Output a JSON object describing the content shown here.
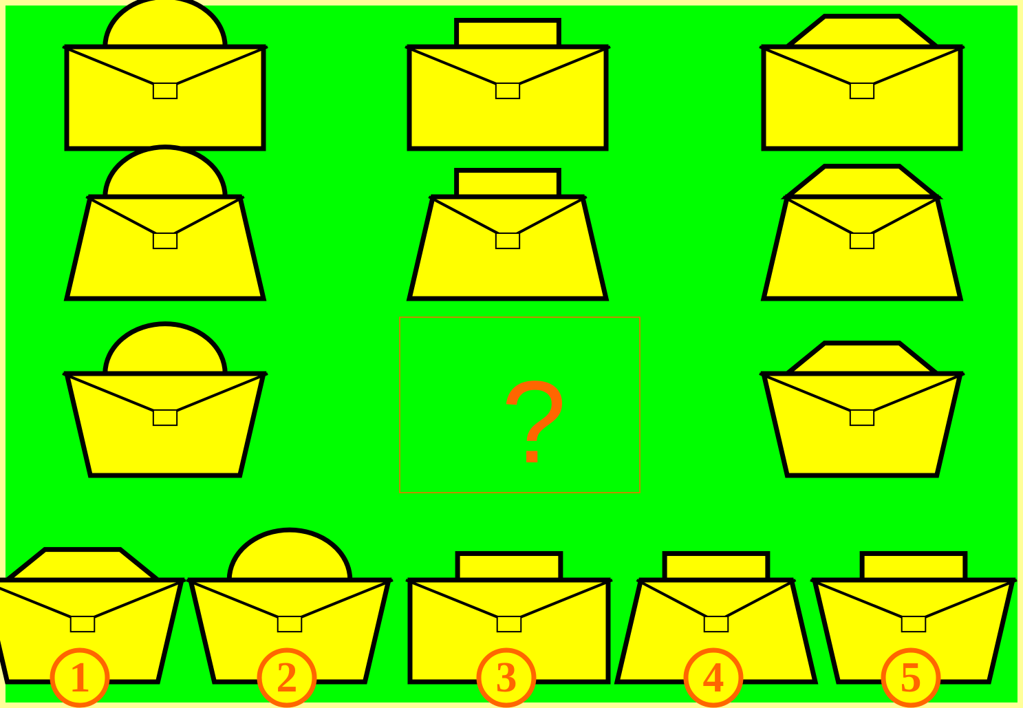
{
  "colors": {
    "background": "#00ff00",
    "frame": "#ffff99",
    "bag_fill": "#ffff00",
    "outline": "#000000",
    "accent": "#ff6600"
  },
  "puzzle": {
    "grid": [
      [
        {
          "handle": "dome",
          "body": "rectangle"
        },
        {
          "handle": "rectangle",
          "body": "rectangle"
        },
        {
          "handle": "trapezoid",
          "body": "rectangle"
        }
      ],
      [
        {
          "handle": "dome",
          "body": "narrow-top"
        },
        {
          "handle": "rectangle",
          "body": "narrow-top"
        },
        {
          "handle": "trapezoid",
          "body": "narrow-top"
        }
      ],
      [
        {
          "handle": "dome",
          "body": "wide-top"
        },
        null,
        {
          "handle": "trapezoid",
          "body": "wide-top"
        }
      ]
    ],
    "question_mark": "?"
  },
  "options": [
    {
      "number": "1",
      "handle": "trapezoid",
      "body": "wide-top"
    },
    {
      "number": "2",
      "handle": "dome",
      "body": "wide-top"
    },
    {
      "number": "3",
      "handle": "rectangle",
      "body": "rectangle"
    },
    {
      "number": "4",
      "handle": "rectangle",
      "body": "narrow-top"
    },
    {
      "number": "5",
      "handle": "rectangle",
      "body": "wide-top"
    }
  ]
}
